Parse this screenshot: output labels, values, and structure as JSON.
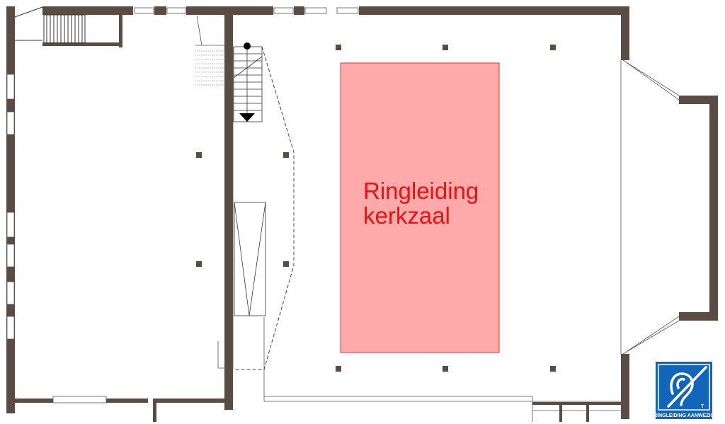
{
  "zone": {
    "label_line1": "Ringleiding",
    "label_line2": "kerkzaal",
    "fill_color": "#ffaaaa",
    "stroke_color": "#dd3333",
    "text_color": "#ee1111"
  },
  "sign": {
    "caption": "RINGLEIDING AANWEZIG",
    "letter": "T",
    "icon": "hearing-loop-ear-icon",
    "background_color": "#1166bb"
  },
  "walls": {
    "color": "#5b4c43"
  },
  "staircase": {
    "direction": "down"
  }
}
